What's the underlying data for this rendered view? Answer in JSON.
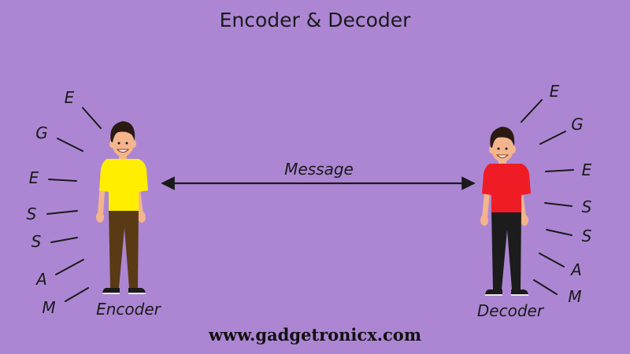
{
  "title": "Encoder & Decoder",
  "arrow_label": "Message",
  "encoder": {
    "label": "Encoder",
    "letters": [
      "E",
      "G",
      "E",
      "S",
      "S",
      "A",
      "M"
    ],
    "shirt_color": "#ffee00",
    "pants_color": "#5a3a14"
  },
  "decoder": {
    "label": "Decoder",
    "letters": [
      "E",
      "G",
      "E",
      "S",
      "S",
      "A",
      "M"
    ],
    "shirt_color": "#ef1c25",
    "pants_color": "#1c1c1c"
  },
  "website": "www.gadgetronicx.com",
  "colors": {
    "background": "#ac86d3",
    "skin": "#f4b58c",
    "hair": "#2b1a12"
  }
}
